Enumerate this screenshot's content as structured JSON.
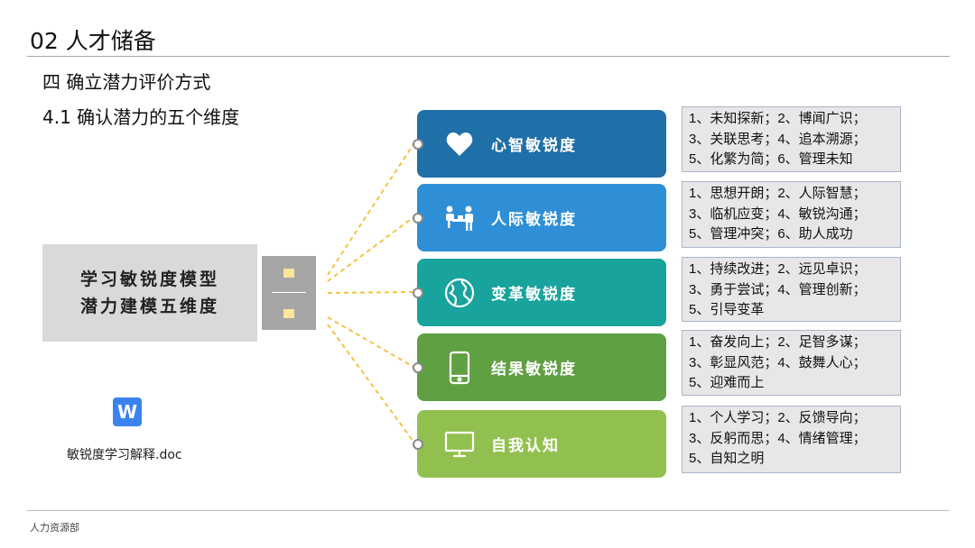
{
  "header": {
    "title": "02 人才储备",
    "section": "四 确立潜力评价方式",
    "subsection": "4.1 确认潜力的五个维度"
  },
  "model": {
    "line1": "学习敏锐度模型",
    "line2": "潜力建模五维度"
  },
  "attachment": {
    "icon_letter": "W",
    "file_name": "敏锐度学习解释.doc"
  },
  "dimensions": [
    {
      "label": "心智敏锐度",
      "icon": "heart-icon",
      "color": "#1f6fa8",
      "items": [
        "1、未知探新；2、博闻广识；",
        "3、关联思考；4、追本溯源；",
        "5、化繁为简；6、管理未知"
      ]
    },
    {
      "label": "人际敏锐度",
      "icon": "people-meeting-icon",
      "color": "#2e8fd6",
      "items": [
        "1、思想开朗；2、人际智慧；",
        "3、临机应变；4、敏锐沟通；",
        "5、管理冲突；6、助人成功"
      ]
    },
    {
      "label": "变革敏锐度",
      "icon": "globe-icon",
      "color": "#18a39c",
      "items": [
        "1、持续改进；2、远见卓识；",
        "3、勇于尝试；4、管理创新；",
        "5、引导变革"
      ]
    },
    {
      "label": "结果敏锐度",
      "icon": "phone-icon",
      "color": "#5fa043",
      "items": [
        "1、奋发向上；2、足智多谋；",
        "3、彰显风范；4、鼓舞人心；",
        "5、迎难而上"
      ]
    },
    {
      "label": "自我认知",
      "icon": "monitor-icon",
      "color": "#92c050",
      "items": [
        "1、个人学习；2、反馈导向；",
        "3、反躬而思；4、情绪管理；",
        "5、自知之明"
      ]
    }
  ],
  "footer": {
    "department": "人力资源部"
  }
}
